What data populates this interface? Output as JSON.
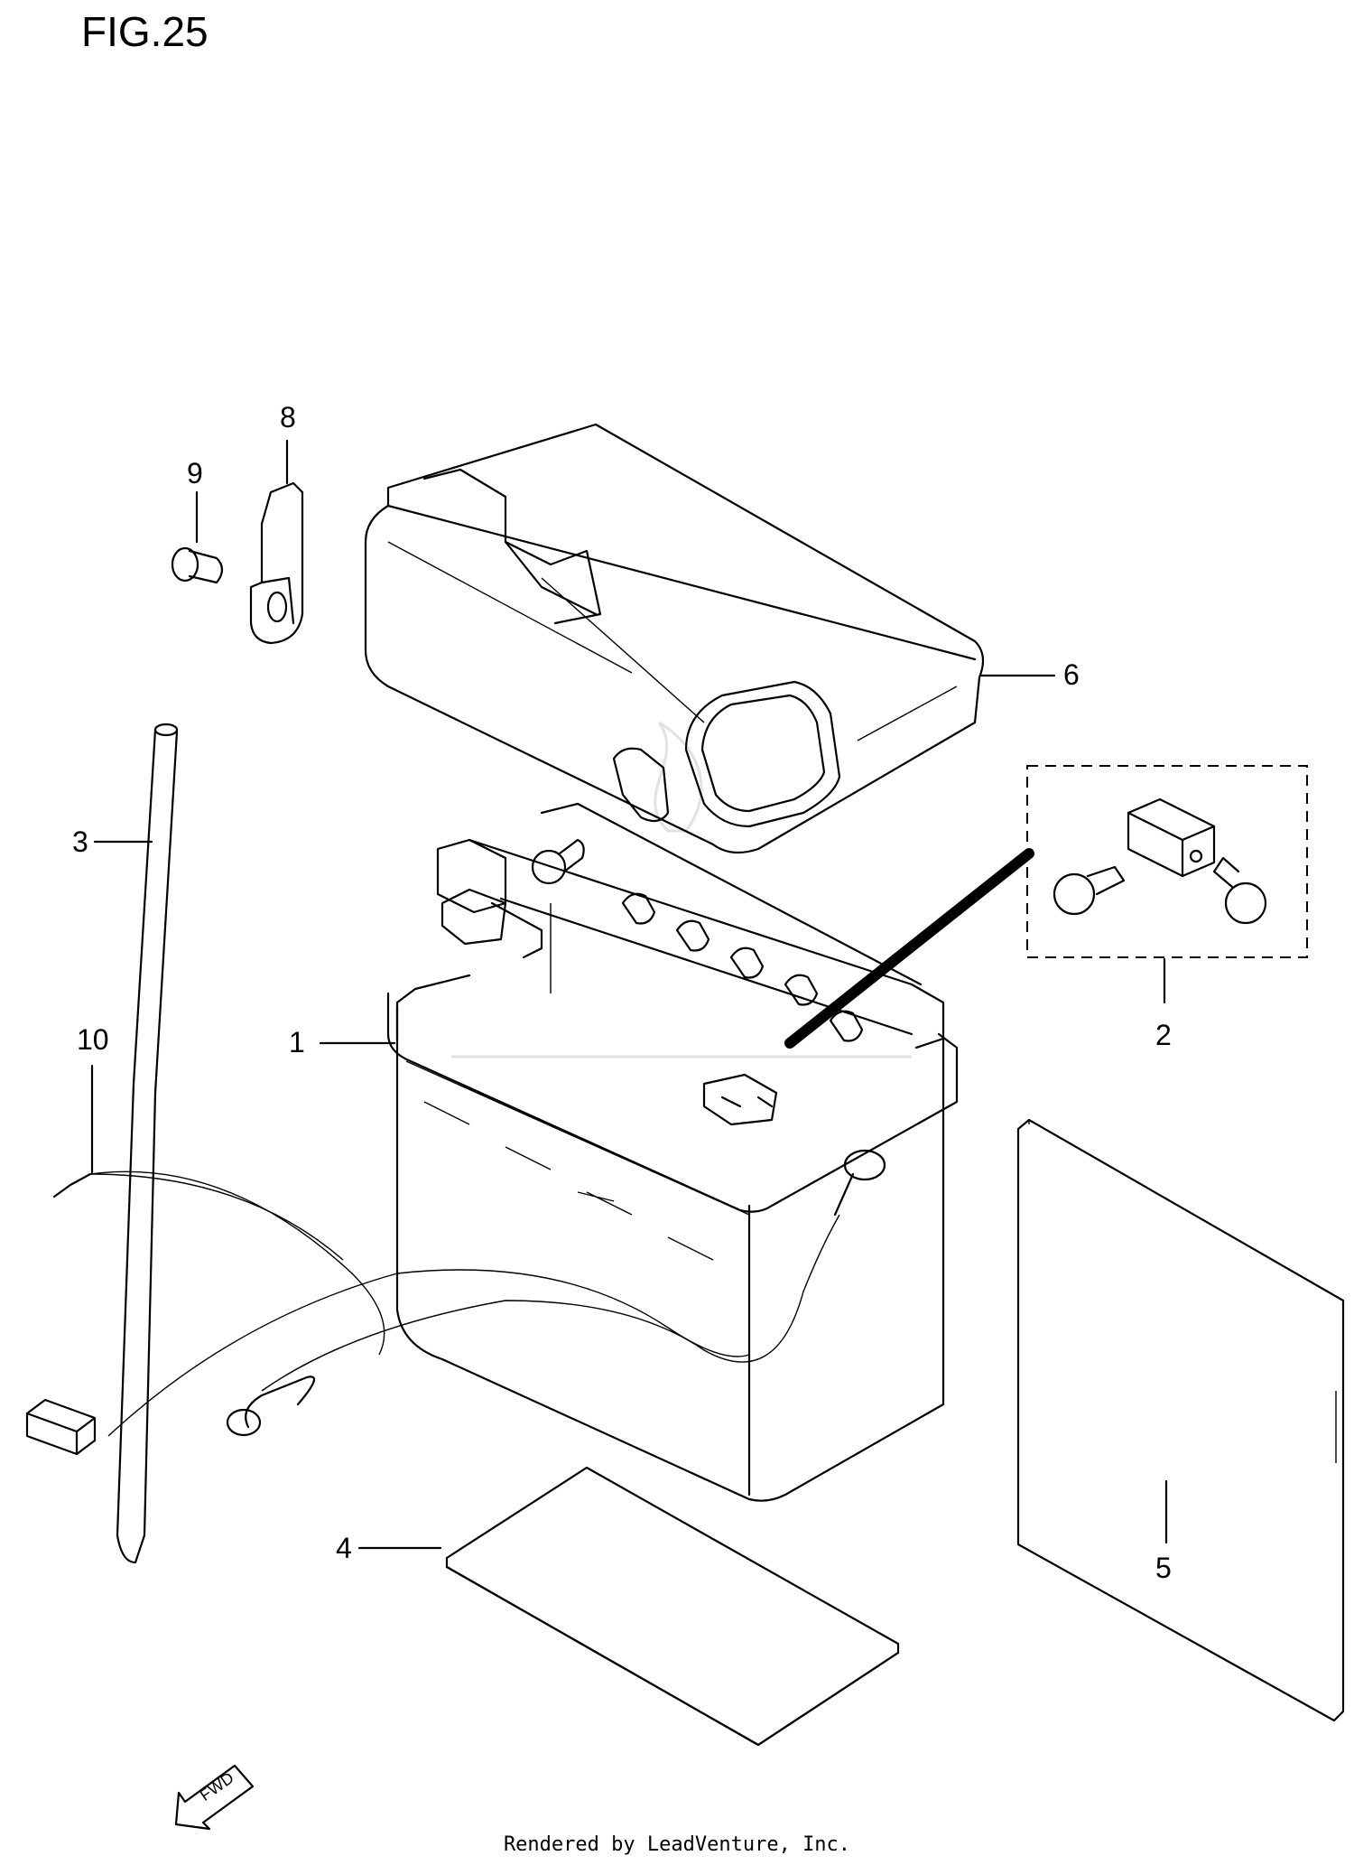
{
  "figure": {
    "title": "FIG.25"
  },
  "footer": {
    "text": "Rendered by LeadVenture, Inc."
  },
  "fwd_arrow": {
    "label": "FWD"
  },
  "callouts": [
    "1",
    "2",
    "3",
    "4",
    "5",
    "6",
    "8",
    "9",
    "10"
  ],
  "parts": [
    {
      "ref": "1",
      "name": "battery"
    },
    {
      "ref": "2",
      "name": "terminal-bolt-set"
    },
    {
      "ref": "3",
      "name": "breather-tube"
    },
    {
      "ref": "4",
      "name": "pad"
    },
    {
      "ref": "5",
      "name": "sheet"
    },
    {
      "ref": "6",
      "name": "battery-cover"
    },
    {
      "ref": "8",
      "name": "clamp"
    },
    {
      "ref": "9",
      "name": "bolt"
    },
    {
      "ref": "10",
      "name": "lead-wire"
    }
  ]
}
